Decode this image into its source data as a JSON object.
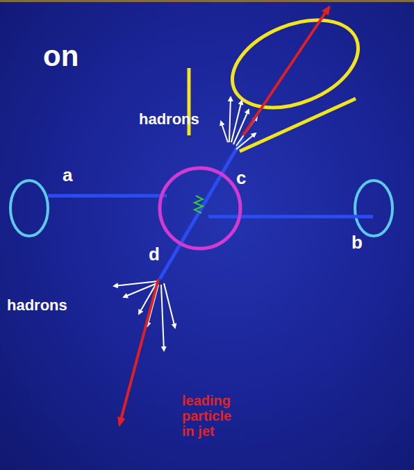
{
  "diagram": {
    "title": "on",
    "labels": [
      "hadrons",
      "c",
      "a",
      "b",
      "d",
      "hadrons",
      "leading particle in jet"
    ]
  }
}
